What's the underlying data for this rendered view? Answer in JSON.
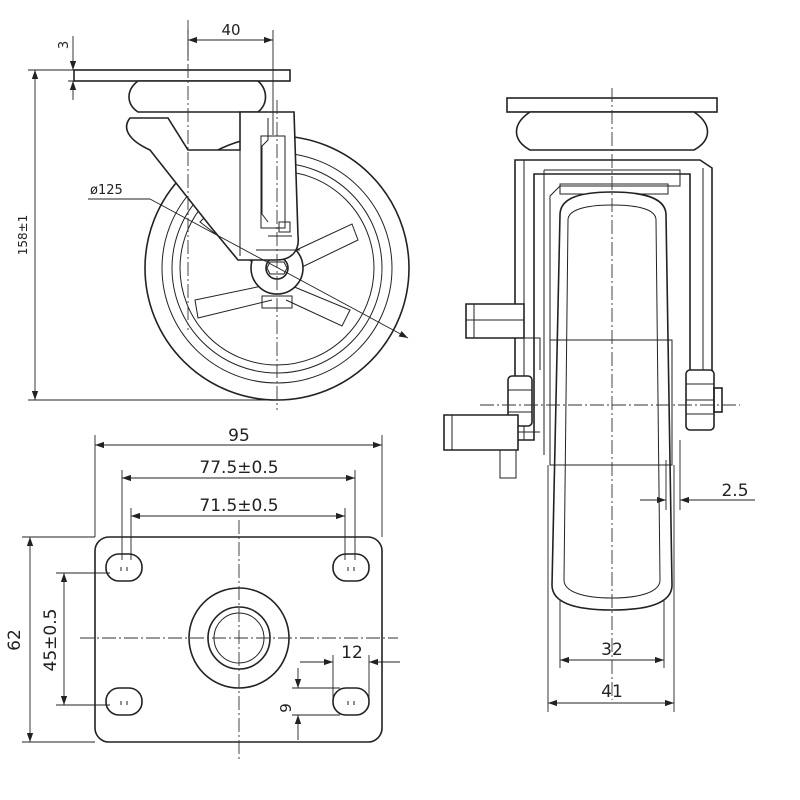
{
  "dimensions": {
    "plate_thickness": "3",
    "swivel_offset": "40",
    "wheel_diameter": "ø125",
    "overall_height": "158±1",
    "plate_width": "95",
    "hole_spacing_outer": "77.5±0.5",
    "hole_spacing_inner": "71.5±0.5",
    "plate_depth": "62",
    "hole_spacing_depth": "45±0.5",
    "slot_length": "12",
    "slot_width": "9",
    "fork_gap": "2.5",
    "tread_width": "32",
    "hub_width": "41"
  }
}
